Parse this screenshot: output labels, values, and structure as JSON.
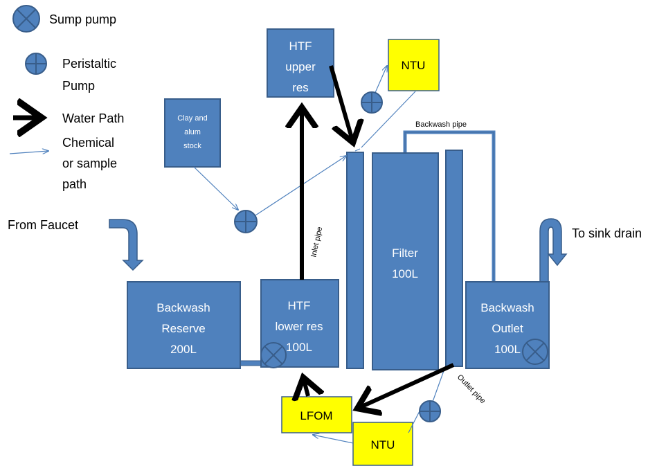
{
  "legend": {
    "sump_pump": "Sump pump",
    "peristaltic_pump": [
      "Peristaltic",
      "Pump"
    ],
    "water_path": "Water Path",
    "chemical_path": [
      "Chemical",
      "or sample",
      "path"
    ]
  },
  "boxes": {
    "htf_upper_res": [
      "HTF",
      "upper",
      "res"
    ],
    "ntu_top": "NTU",
    "clay_alum_stock": [
      "Clay and",
      "alum",
      "stock"
    ],
    "filter": [
      "Filter",
      "100L"
    ],
    "backwash_reserve": [
      "Backwash",
      "Reserve",
      "200L"
    ],
    "htf_lower_res": [
      "HTF",
      "lower res",
      "100L"
    ],
    "backwash_outlet": [
      "Backwash",
      "Outlet",
      "100L"
    ],
    "lfom": "LFOM",
    "ntu_bottom": "NTU"
  },
  "labels": {
    "from_faucet": "From Faucet",
    "to_sink_drain": "To sink drain",
    "backwash_pipe": "Backwash pipe",
    "inlet_pipe": "Inlet pipe",
    "outlet_pipe": "Outlet pipe"
  },
  "colors": {
    "box_fill": "#4f81bd",
    "box_stroke": "#385d8a",
    "highlight_fill": "#ffff00",
    "water_path": "#000000",
    "chemical_path": "#4f81bd"
  }
}
